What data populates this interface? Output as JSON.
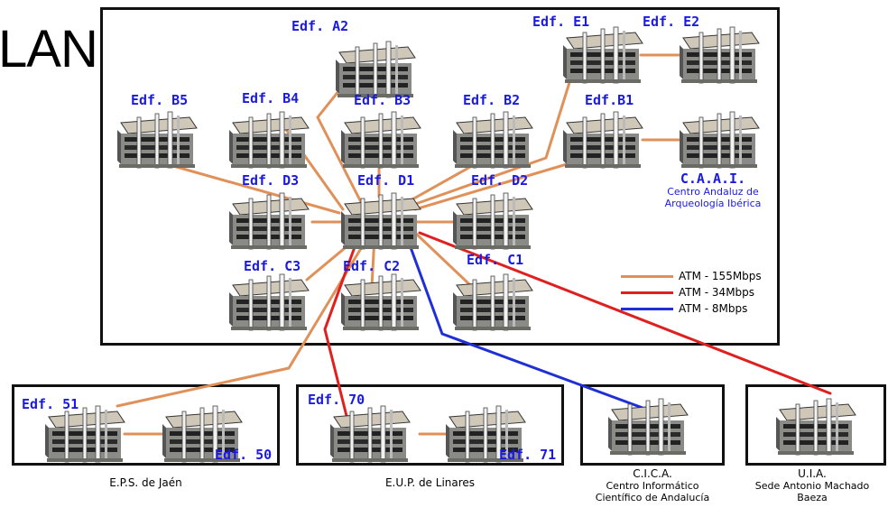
{
  "title": "LAN",
  "buildings": {
    "A2": "Edf. A2",
    "B1": "Edf.B1",
    "B2": "Edf. B2",
    "B3": "Edf. B3",
    "B4": "Edf. B4",
    "B5": "Edf. B5",
    "C1": "Edf. C1",
    "C2": "Edf. C2",
    "C3": "Edf. C3",
    "D1": "Edf. D1",
    "D2": "Edf. D2",
    "D3": "Edf. D3",
    "E1": "Edf. E1",
    "E2": "Edf. E2",
    "E50": "Edf. 50",
    "E51": "Edf. 51",
    "E70": "Edf. 70",
    "E71": "Edf. 71"
  },
  "caai": {
    "name": "C.A.A.I.",
    "line1": "Centro Andaluz de",
    "line2": "Arqueología Ibérica"
  },
  "sites": {
    "eps": "E.P.S. de Jaén",
    "eup": "E.U.P. de Linares",
    "cica": {
      "name": "C.I.C.A.",
      "line1": "Centro Informático",
      "line2": "Científico de Andalucía"
    },
    "uia": {
      "name": "U.I.A.",
      "line1": "Sede Antonio Machado",
      "line2": "Baeza"
    }
  },
  "legend": [
    {
      "label": "ATM - 155Mbps",
      "color": "#e0915a"
    },
    {
      "label": "ATM - 34Mbps",
      "color": "#e01f1f"
    },
    {
      "label": "ATM - 8Mbps",
      "color": "#1f2fd8"
    }
  ],
  "colors": {
    "atm155": "#e0915a",
    "atm34": "#e01f1f",
    "atm8": "#1f2fd8",
    "labels": "#1a1ae6"
  }
}
